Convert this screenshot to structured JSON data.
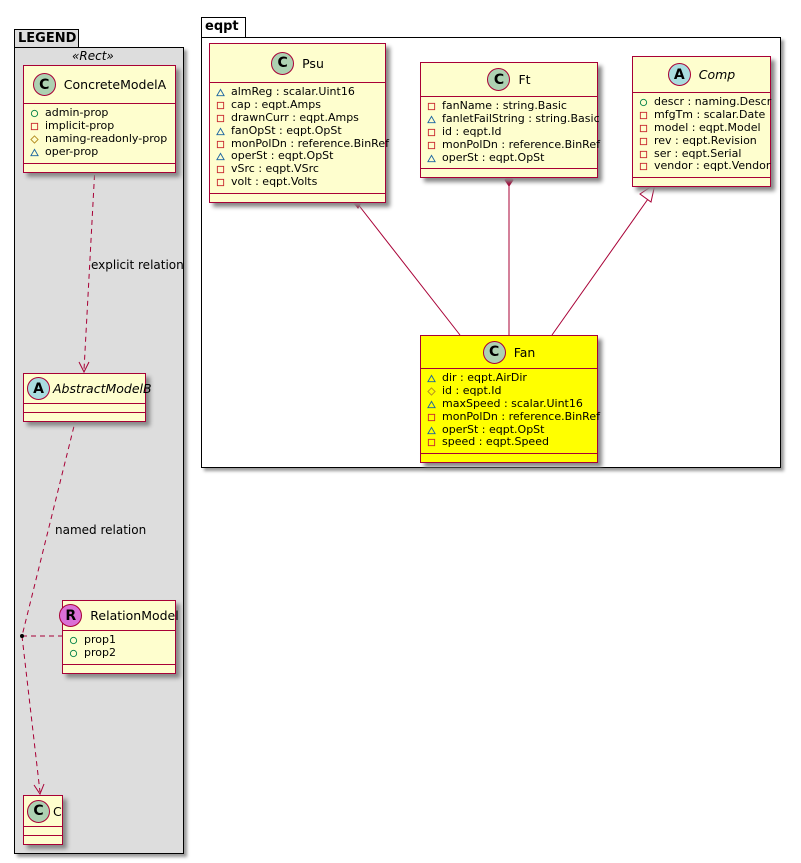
{
  "legend": {
    "title": "LEGEND",
    "stereotype": "«Rect»",
    "explicit_relation": "explicit relation",
    "named_relation": "named relation"
  },
  "eqpt": {
    "title": "eqpt"
  },
  "classes": [
    {
      "id": "concrete-model-a",
      "name": "ConcreteModelA",
      "kind": "C",
      "badge_color": "#ADD1B2",
      "abstract": false,
      "fill": "#FEFECE",
      "attrs": [
        {
          "vis": "+",
          "text": "admin-prop"
        },
        {
          "vis": "-",
          "text": "implicit-prop"
        },
        {
          "vis": "#",
          "text": "naming-readonly-prop"
        },
        {
          "vis": "~",
          "text": "oper-prop"
        }
      ]
    },
    {
      "id": "abstract-model-b",
      "name": "AbstractModelB",
      "kind": "A",
      "badge_color": "#A9DCDF",
      "abstract": true,
      "fill": "#FEFECE",
      "attrs": [],
      "compact": true
    },
    {
      "id": "relation-model",
      "name": "RelationModel",
      "kind": "R",
      "badge_color": "#DA70D6",
      "abstract": false,
      "fill": "#FEFECE",
      "attrs": [
        {
          "vis": "+",
          "text": "prop1"
        },
        {
          "vis": "+",
          "text": "prop2"
        }
      ]
    },
    {
      "id": "c",
      "name": "C",
      "kind": "C",
      "badge_color": "#ADD1B2",
      "abstract": false,
      "fill": "#FEFECE",
      "attrs": [],
      "compact": true
    },
    {
      "id": "psu",
      "name": "Psu",
      "kind": "C",
      "badge_color": "#ADD1B2",
      "abstract": false,
      "fill": "#FEFECE",
      "attrs": [
        {
          "vis": "~",
          "text": "almReg : scalar.Uint16"
        },
        {
          "vis": "-",
          "text": "cap : eqpt.Amps"
        },
        {
          "vis": "-",
          "text": "drawnCurr : eqpt.Amps"
        },
        {
          "vis": "~",
          "text": "fanOpSt : eqpt.OpSt"
        },
        {
          "vis": "-",
          "text": "monPolDn : reference.BinRef"
        },
        {
          "vis": "~",
          "text": "operSt : eqpt.OpSt"
        },
        {
          "vis": "-",
          "text": "vSrc : eqpt.VSrc"
        },
        {
          "vis": "-",
          "text": "volt : eqpt.Volts"
        }
      ]
    },
    {
      "id": "ft",
      "name": "Ft",
      "kind": "C",
      "badge_color": "#ADD1B2",
      "abstract": false,
      "fill": "#FEFECE",
      "attrs": [
        {
          "vis": "-",
          "text": "fanName : string.Basic"
        },
        {
          "vis": "~",
          "text": "fanletFailString : string.Basic"
        },
        {
          "vis": "-",
          "text": "id : eqpt.Id"
        },
        {
          "vis": "-",
          "text": "monPolDn : reference.BinRef"
        },
        {
          "vis": "~",
          "text": "operSt : eqpt.OpSt"
        }
      ]
    },
    {
      "id": "comp",
      "name": "Comp",
      "kind": "A",
      "badge_color": "#A9DCDF",
      "abstract": true,
      "fill": "#FEFECE",
      "attrs": [
        {
          "vis": "+",
          "text": "descr : naming.Descr"
        },
        {
          "vis": "-",
          "text": "mfgTm : scalar.Date"
        },
        {
          "vis": "-",
          "text": "model : eqpt.Model"
        },
        {
          "vis": "-",
          "text": "rev : eqpt.Revision"
        },
        {
          "vis": "-",
          "text": "ser : eqpt.Serial"
        },
        {
          "vis": "-",
          "text": "vendor : eqpt.Vendor"
        }
      ]
    },
    {
      "id": "fan",
      "name": "Fan",
      "kind": "C",
      "badge_color": "#ADD1B2",
      "abstract": false,
      "fill": "#FFFF00",
      "attrs": [
        {
          "vis": "~",
          "text": "dir : eqpt.AirDir"
        },
        {
          "vis": "#",
          "text": "id : eqpt.Id"
        },
        {
          "vis": "~",
          "text": "maxSpeed : scalar.Uint16"
        },
        {
          "vis": "-",
          "text": "monPolDn : reference.BinRef"
        },
        {
          "vis": "~",
          "text": "operSt : eqpt.OpSt"
        },
        {
          "vis": "-",
          "text": "speed : eqpt.Speed"
        }
      ]
    }
  ],
  "colors": {
    "border": "#A80036",
    "public": "#038048",
    "private": "#C82930",
    "protected": "#B38D22",
    "package": "#1963A0"
  }
}
